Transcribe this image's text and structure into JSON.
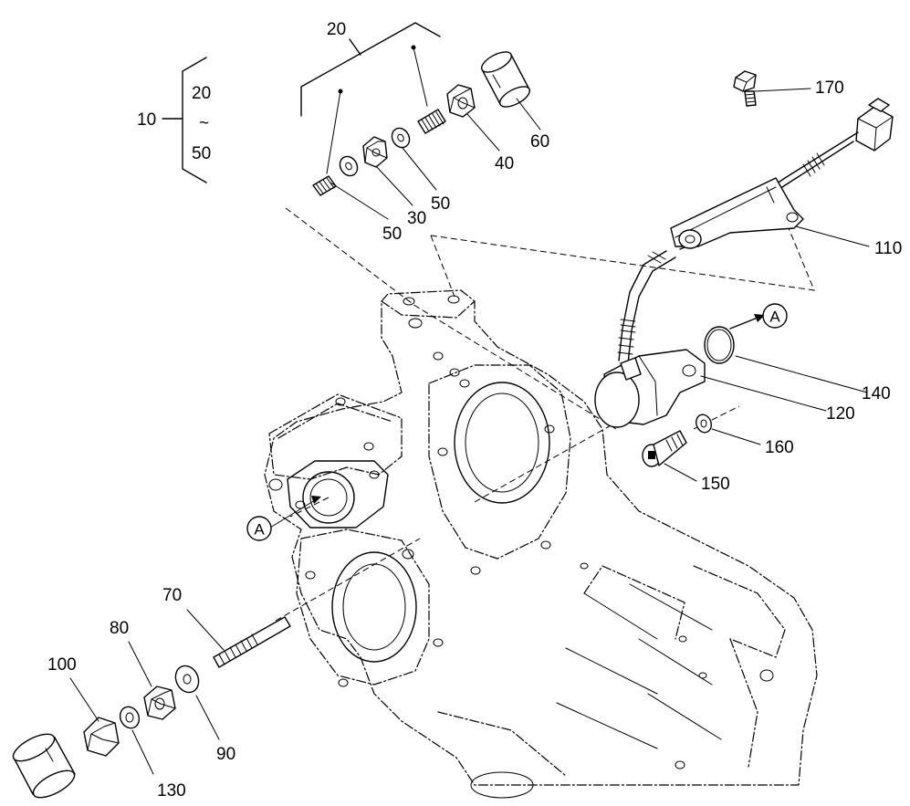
{
  "diagram": {
    "group": {
      "parent": "10",
      "range_start": "20",
      "range_sep": "~",
      "range_end": "50"
    },
    "parts": [
      {
        "id": "p20",
        "number": "20"
      },
      {
        "id": "p30",
        "number": "30"
      },
      {
        "id": "p40",
        "number": "40"
      },
      {
        "id": "p50a",
        "number": "50"
      },
      {
        "id": "p50b",
        "number": "50"
      },
      {
        "id": "p60",
        "number": "60"
      },
      {
        "id": "p70",
        "number": "70"
      },
      {
        "id": "p80",
        "number": "80"
      },
      {
        "id": "p90",
        "number": "90"
      },
      {
        "id": "p100",
        "number": "100"
      },
      {
        "id": "p110",
        "number": "110"
      },
      {
        "id": "p120",
        "number": "120"
      },
      {
        "id": "p130",
        "number": "130"
      },
      {
        "id": "p140",
        "number": "140"
      },
      {
        "id": "p150",
        "number": "150"
      },
      {
        "id": "p160",
        "number": "160"
      },
      {
        "id": "p170",
        "number": "170"
      }
    ],
    "references": {
      "a1": "A",
      "a2": "A"
    }
  }
}
